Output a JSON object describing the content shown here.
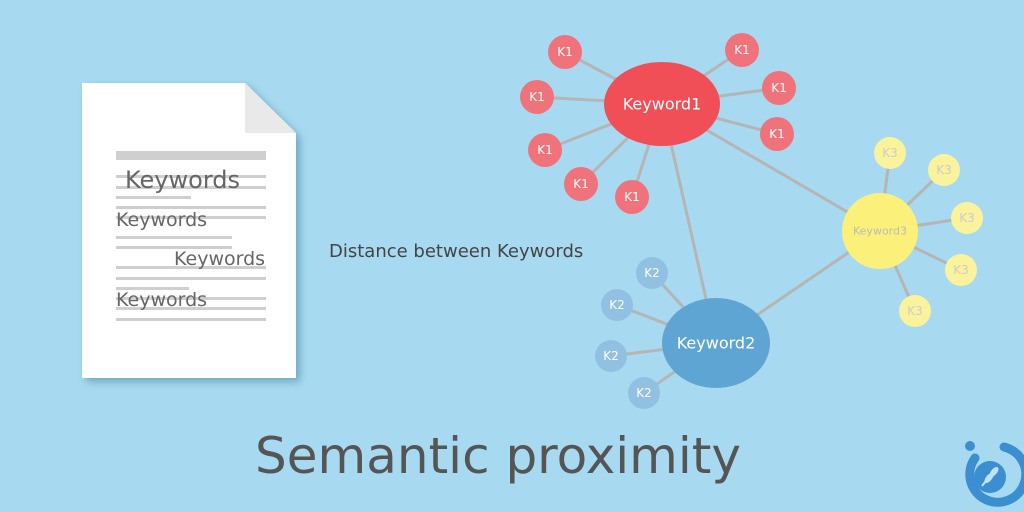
{
  "document": {
    "keywords": [
      "Keywords",
      "Keywords",
      "Keywords",
      "Keywords"
    ]
  },
  "distance_label": "Distance between Keywords",
  "title": "Semantic proximity",
  "graph": {
    "keyword1": {
      "label": "Keyword1",
      "satellite_label": "K1",
      "color": "#f04f57",
      "satellite_color": "#f0727a"
    },
    "keyword2": {
      "label": "Keyword2",
      "satellite_label": "K2",
      "color": "#5fa5d4",
      "satellite_color": "#92c0e2"
    },
    "keyword3": {
      "label": "Keyword3",
      "satellite_label": "K3",
      "color": "#fbf07a",
      "satellite_color": "#fbf29c"
    }
  },
  "logo": {
    "name": "wheat-logo"
  }
}
